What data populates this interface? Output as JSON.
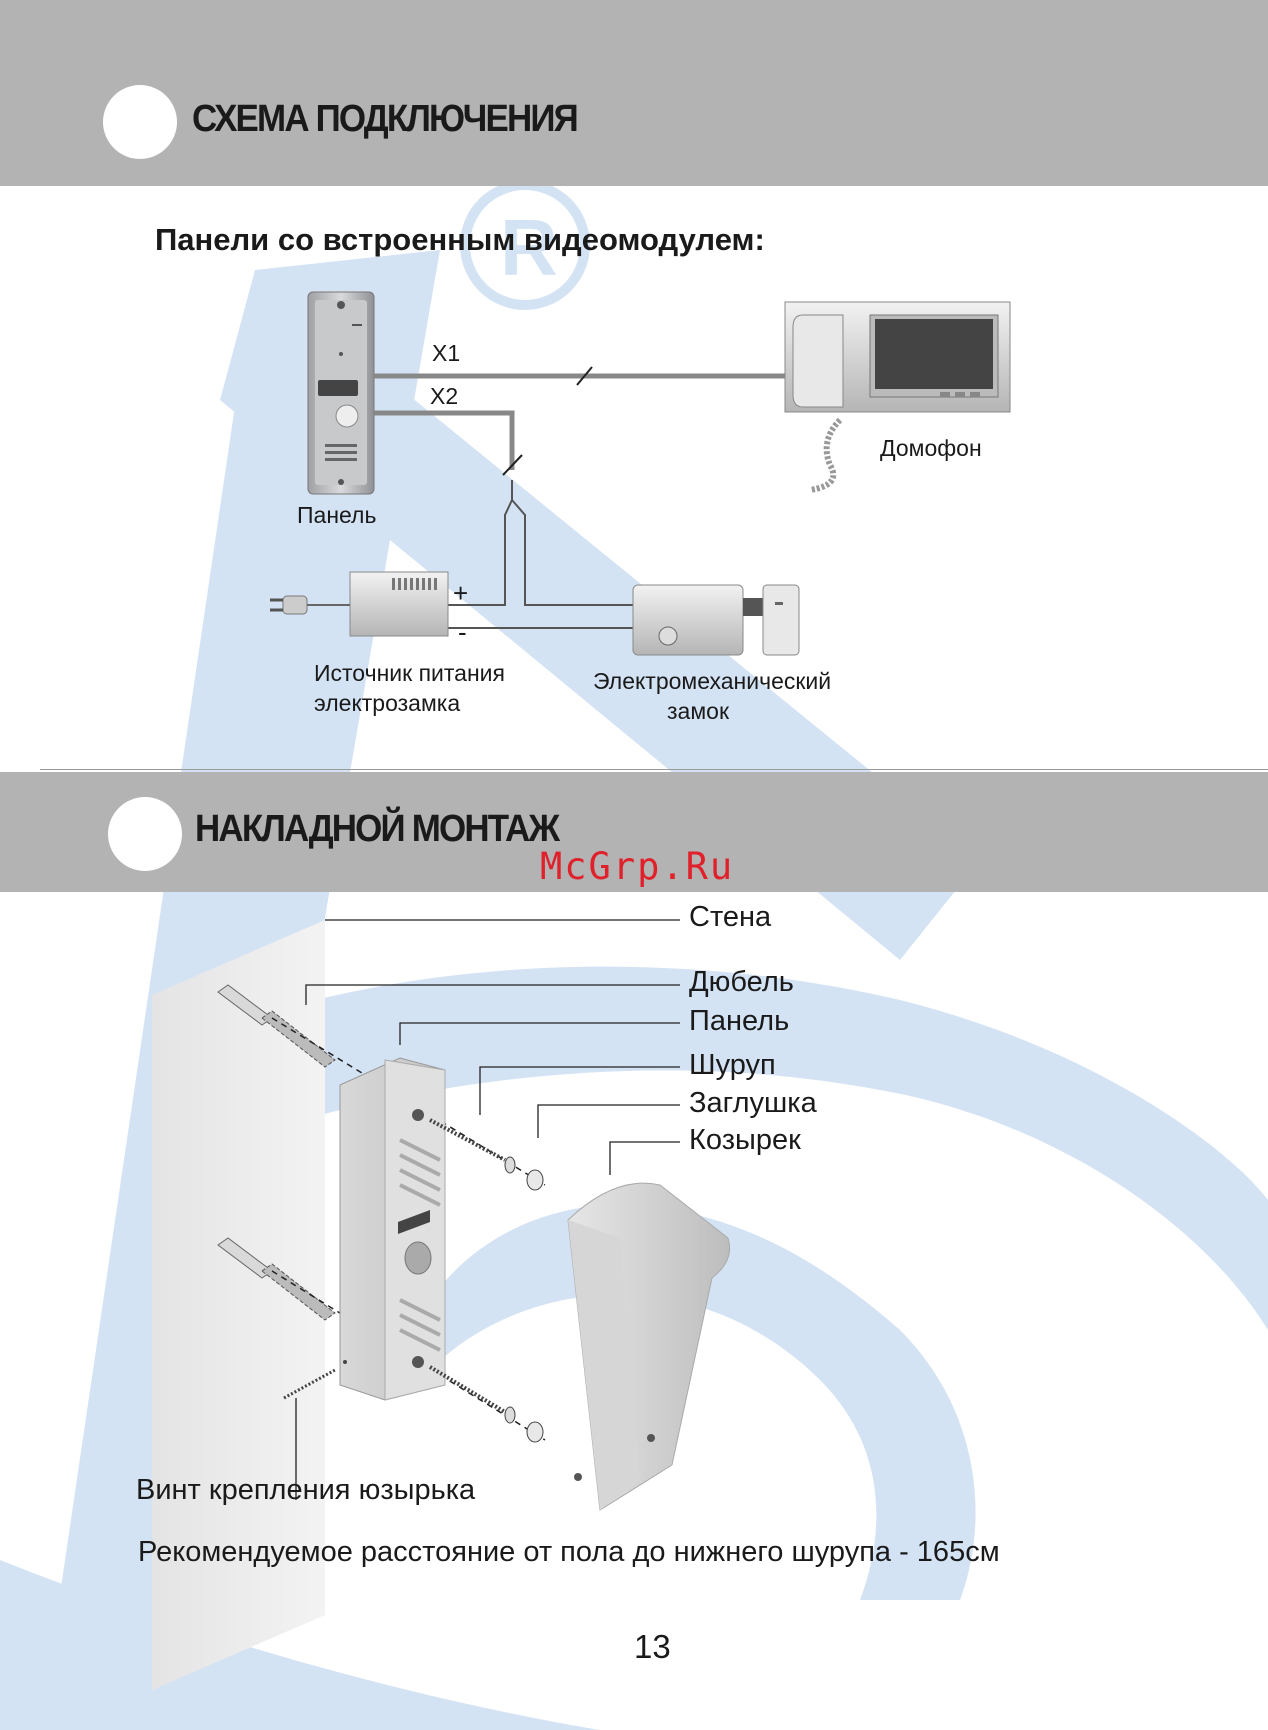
{
  "section1": {
    "title": "СХЕМА ПОДКЛЮЧЕНИЯ",
    "subtitle": "Панели со встроенным видеомодулем:"
  },
  "wiring": {
    "wire_x1": "X1",
    "wire_x2": "X2",
    "panel": "Панель",
    "monitor": "Домофон",
    "plus": "+",
    "minus": "-",
    "psu_line1": "Источник питания",
    "psu_line2": "электрозамка",
    "lock_line1": "Электромеханический",
    "lock_line2": "замок"
  },
  "section2": {
    "title": "НАКЛАДНОЙ МОНТАЖ"
  },
  "watermark": "McGrp.Ru",
  "mounting": {
    "wall": "Стена",
    "dowel": "Дюбель",
    "panel": "Панель",
    "screw": "Шуруп",
    "plug": "Заглушка",
    "visor": "Козырек",
    "visor_screw": "Винт крепления юзырька"
  },
  "note": "Рекомендуемое расстояние от пола до нижнего шурупа - 165см",
  "page_number": "13",
  "colors": {
    "band": "#b3b3b3",
    "logo_bg": "#cfe0f3",
    "watermark": "#e0202a"
  }
}
